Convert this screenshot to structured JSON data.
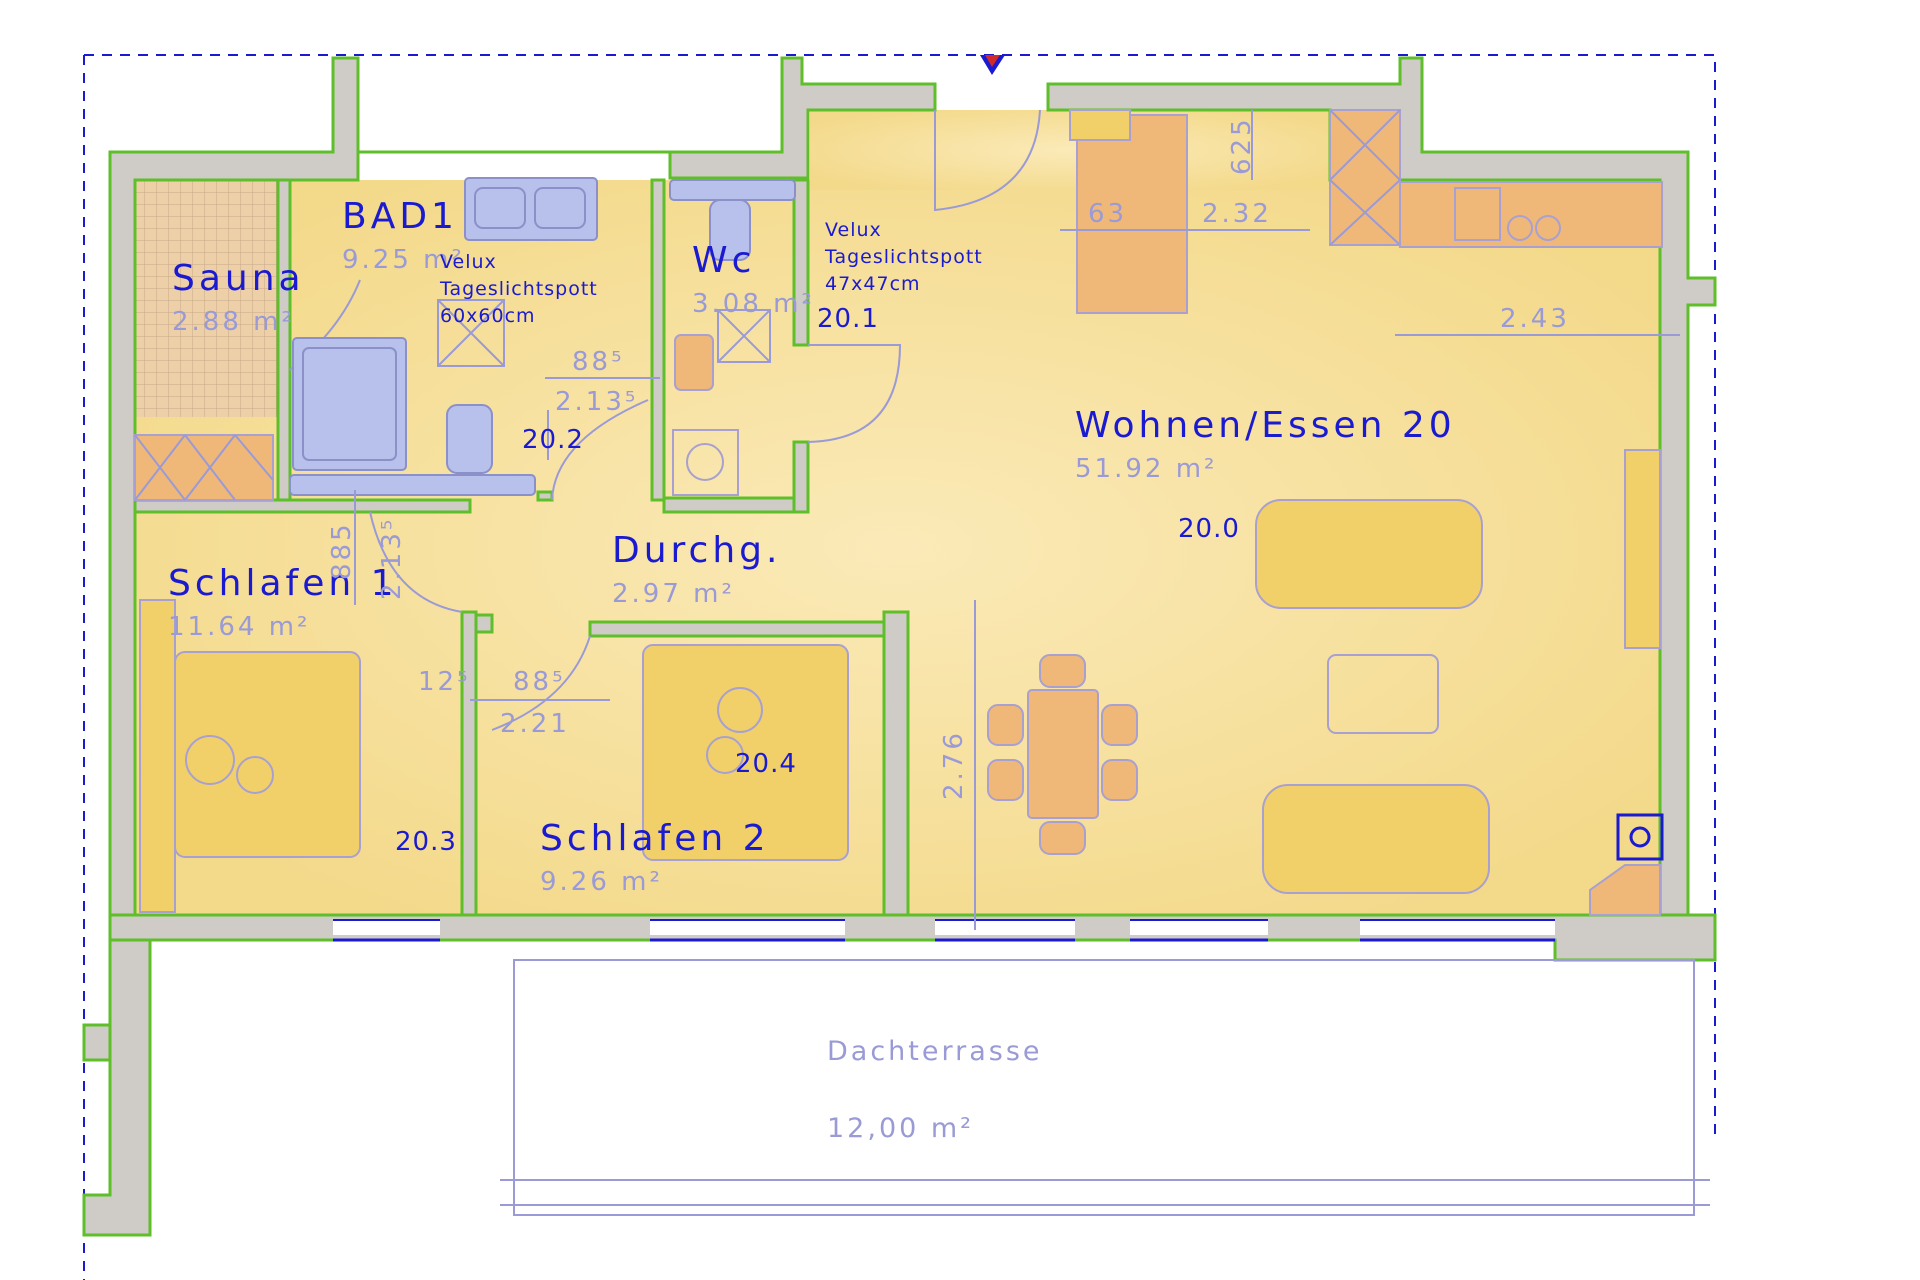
{
  "rooms": {
    "sauna": {
      "name": "Sauna",
      "area": "2.88 m²"
    },
    "bad1": {
      "name": "BAD1",
      "area": "9.25 m²",
      "code": "20.2"
    },
    "wc": {
      "name": "Wc",
      "area": "3.08 m²",
      "code": "20.1"
    },
    "wohnen": {
      "name": "Wohnen/Essen 20",
      "area": "51.92 m²",
      "code": "20.0"
    },
    "durchg": {
      "name": "Durchg.",
      "area": "2.97 m²"
    },
    "schlafen1": {
      "name": "Schlafen 1",
      "area": "11.64 m²",
      "code": "20.3"
    },
    "schlafen2": {
      "name": "Schlafen 2",
      "area": "9.26 m²",
      "code": "20.4"
    }
  },
  "skylights": {
    "bad": {
      "line1": "Velux",
      "line2": "Tageslichtspott",
      "line3": "60x60cm"
    },
    "wc": {
      "line1": "Velux",
      "line2": "Tageslichtspott",
      "line3": "47x47cm"
    }
  },
  "dimensions": {
    "d63": "63",
    "d232": "2.32",
    "d625": "625",
    "d243": "2.43",
    "d885_bad": "88⁵",
    "d2135_bad": "2.13⁵",
    "d885_v": "885",
    "d2135_v": "2.13⁵",
    "d125": "12⁵",
    "d885_s": "88⁵",
    "d221": "2.21",
    "d276": "2.76"
  },
  "terrace": {
    "name": "Dachterrasse",
    "area": "12,00 m²"
  },
  "colors": {
    "wall_outline": "#5fbf2a",
    "room_name": "#1a1ad0",
    "room_area": "#9a9ad6",
    "floor": "#f6dc8e"
  }
}
